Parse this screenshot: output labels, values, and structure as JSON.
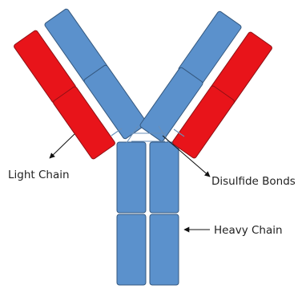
{
  "colors": {
    "heavy_chain_fill": "#5b91cc",
    "light_chain_fill": "#e8141a",
    "background": "#ffffff"
  },
  "labels": {
    "light_chain": "Light Chain",
    "disulfide_bonds": "Disulfide Bonds",
    "heavy_chain": "Heavy Chain"
  }
}
